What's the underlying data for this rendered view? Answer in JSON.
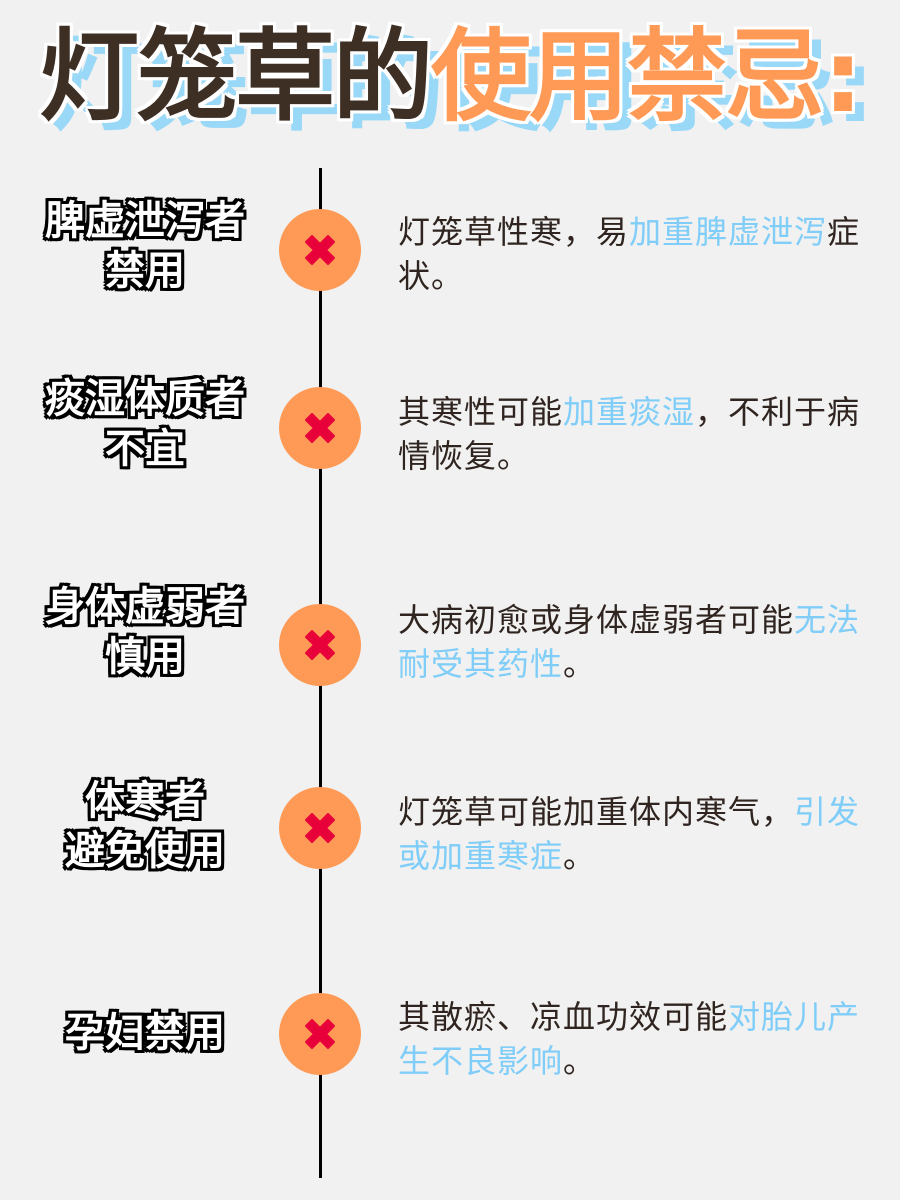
{
  "title": {
    "part1": "灯笼草的",
    "part2": "使用禁忌:"
  },
  "colors": {
    "background": "#f0f1f0",
    "title_dark": "#3e2f25",
    "title_orange": "#fe9a55",
    "title_shadow": "#9ad8f8",
    "badge": "#fe9a55",
    "cross": "#e8003a",
    "highlight": "#7fcdf8",
    "text": "#2f241f"
  },
  "items": [
    {
      "label_line1": "脾虚泄泻者",
      "label_line2": "禁用",
      "icon": "cross-icon",
      "desc": {
        "pre": "灯笼草性寒，易",
        "highlight": "加重脾虚泄泻",
        "post": "症状。"
      }
    },
    {
      "label_line1": "痰湿体质者",
      "label_line2": "不宜",
      "icon": "cross-icon",
      "desc": {
        "pre": "其寒性可能",
        "highlight": "加重痰湿",
        "post": "，不利于病情恢复。"
      }
    },
    {
      "label_line1": "身体虚弱者",
      "label_line2": "慎用",
      "icon": "cross-icon",
      "desc": {
        "pre": "大病初愈或身体虚弱者可能",
        "highlight": "无法耐受其药性",
        "post": "。"
      }
    },
    {
      "label_line1": "体寒者",
      "label_line2": "避免使用",
      "icon": "cross-icon",
      "desc": {
        "pre": "灯笼草可能加重体内寒气，",
        "highlight": "引发或加重寒症",
        "post": "。"
      }
    },
    {
      "label_line1": "孕妇禁用",
      "label_line2": "",
      "icon": "cross-icon",
      "desc": {
        "pre": "其散瘀、凉血功效可能",
        "highlight": "对胎儿产生不良影响",
        "post": "。"
      }
    }
  ]
}
